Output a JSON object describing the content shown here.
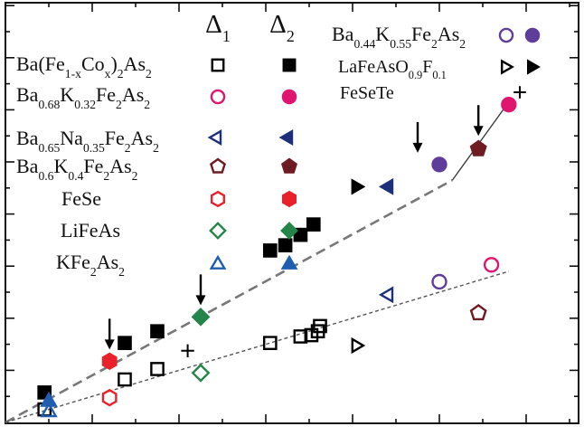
{
  "chart_data": {
    "type": "scatter",
    "title": "",
    "xlabel": "",
    "ylabel": "",
    "xlim": [
      0,
      10
    ],
    "ylim": [
      0,
      10
    ],
    "grid": false,
    "legend_position": "left-and-top-right",
    "column_headers": [
      {
        "base": "Δ",
        "sub": "1"
      },
      {
        "base": "Δ",
        "sub": "2"
      }
    ],
    "series": [
      {
        "key": "co",
        "color": "#000000",
        "marker": "square",
        "label": [
          {
            "t": "Ba(Fe"
          },
          {
            "t": "1-x",
            "s": "sub"
          },
          {
            "t": "Co"
          },
          {
            "t": "x",
            "s": "sub"
          },
          {
            "t": ")"
          },
          {
            "t": "2",
            "s": "sub"
          },
          {
            "t": "As"
          },
          {
            "t": "2",
            "s": "sub"
          }
        ],
        "delta1": [
          [
            0.9,
            0.5
          ],
          [
            2.75,
            1.65
          ],
          [
            3.5,
            2.05
          ],
          [
            6.1,
            3.05
          ],
          [
            6.8,
            3.3
          ],
          [
            7.05,
            3.35
          ],
          [
            7.2,
            3.5
          ],
          [
            7.25,
            3.7
          ]
        ],
        "delta2": [
          [
            0.9,
            1.15
          ],
          [
            2.75,
            3.05
          ],
          [
            3.5,
            3.5
          ],
          [
            6.1,
            6.6
          ],
          [
            6.45,
            6.8
          ],
          [
            6.8,
            7.2
          ],
          [
            7.1,
            7.6
          ]
        ]
      },
      {
        "key": "k32",
        "color": "#e0156f",
        "marker": "circle",
        "label": [
          {
            "t": "Ba"
          },
          {
            "t": "0.68",
            "s": "sub"
          },
          {
            "t": "K"
          },
          {
            "t": "0.32",
            "s": "sub"
          },
          {
            "t": "Fe"
          },
          {
            "t": "2",
            "s": "sub"
          },
          {
            "t": "As"
          },
          {
            "t": "2",
            "s": "sub"
          }
        ],
        "delta1": [
          [
            11.2,
            6.05
          ]
        ],
        "delta2": [
          [
            11.6,
            12.2
          ]
        ]
      },
      {
        "key": "na",
        "color": "#1e2f7a",
        "marker": "triangle-left",
        "label": [
          {
            "t": "Ba"
          },
          {
            "t": "0.65",
            "s": "sub"
          },
          {
            "t": "Na"
          },
          {
            "t": "0.35",
            "s": "sub"
          },
          {
            "t": "Fe"
          },
          {
            "t": "2",
            "s": "sub"
          },
          {
            "t": "As"
          },
          {
            "t": "2",
            "s": "sub"
          }
        ],
        "delta1": [
          [
            8.85,
            4.9
          ]
        ],
        "delta2": [
          [
            8.85,
            9.05
          ]
        ]
      },
      {
        "key": "k4",
        "color": "#6e1c22",
        "marker": "pentagon",
        "label": [
          {
            "t": "Ba"
          },
          {
            "t": "0.6",
            "s": "sub"
          },
          {
            "t": "K"
          },
          {
            "t": "0.4",
            "s": "sub"
          },
          {
            "t": "Fe"
          },
          {
            "t": "2",
            "s": "sub"
          },
          {
            "t": "As"
          },
          {
            "t": "2",
            "s": "sub"
          }
        ],
        "delta1": [
          [
            10.9,
            4.2
          ]
        ],
        "delta2": [
          [
            10.9,
            10.5
          ]
        ]
      },
      {
        "key": "fese",
        "color": "#e8212a",
        "marker": "hexagon",
        "label": [
          {
            "t": "FeSe"
          }
        ],
        "delta1": [
          [
            2.4,
            0.95
          ]
        ],
        "delta2": [
          [
            2.4,
            2.35
          ]
        ]
      },
      {
        "key": "lifeas",
        "color": "#23854a",
        "marker": "diamond",
        "label": [
          {
            "t": "LiFeAs"
          }
        ],
        "delta1": [
          [
            4.5,
            1.9
          ]
        ],
        "delta2": [
          [
            4.5,
            4.05
          ]
        ]
      },
      {
        "key": "kfe",
        "color": "#1f5eae",
        "marker": "triangle-up",
        "label": [
          {
            "t": "KFe"
          },
          {
            "t": "2",
            "s": "sub"
          },
          {
            "t": "As"
          },
          {
            "t": "2",
            "s": "sub"
          }
        ],
        "delta1": [
          [
            1.0,
            0.45
          ]
        ],
        "delta2": [
          [
            1.0,
            0.85
          ]
        ]
      },
      {
        "key": "k55",
        "color": "#5f3d9a",
        "marker": "circle",
        "label": [
          {
            "t": "Ba"
          },
          {
            "t": "0.44",
            "s": "sub"
          },
          {
            "t": "K"
          },
          {
            "t": "0.55",
            "s": "sub"
          },
          {
            "t": "Fe"
          },
          {
            "t": "2",
            "s": "sub"
          },
          {
            "t": "As"
          },
          {
            "t": "2",
            "s": "sub"
          }
        ],
        "delta1": [
          [
            10.0,
            5.4
          ]
        ],
        "delta2": [
          [
            10.0,
            9.9
          ]
        ]
      },
      {
        "key": "lafeaso",
        "color": "#000000",
        "marker": "triangle-right",
        "label": [
          {
            "t": "LaFeAsO"
          },
          {
            "t": "0.9",
            "s": "sub"
          },
          {
            "t": "F"
          },
          {
            "t": "0.1",
            "s": "sub"
          }
        ],
        "delta1": [
          [
            8.1,
            2.95
          ]
        ],
        "delta2": [
          [
            8.1,
            9.05
          ]
        ]
      },
      {
        "key": "fesete",
        "color": "#000000",
        "marker": "plus",
        "label": [
          {
            "t": "FeSeTe"
          }
        ],
        "delta1": [],
        "delta2": [
          [
            4.2,
            2.75
          ]
        ]
      }
    ],
    "fits": [
      {
        "style": "long-dash",
        "color": "#777777",
        "points": [
          [
            0,
            0
          ],
          [
            10.3,
            9.3
          ]
        ]
      },
      {
        "style": "short-dash",
        "color": "#555555",
        "points": [
          [
            0,
            0
          ],
          [
            11.6,
            5.8
          ]
        ]
      },
      {
        "style": "solid",
        "color": "#333333",
        "points": [
          [
            10.3,
            9.3
          ],
          [
            11.6,
            12.3
          ]
        ]
      }
    ],
    "arrows": [
      [
        2.4,
        2.8
      ],
      [
        4.5,
        4.5
      ],
      [
        9.5,
        10.35
      ],
      [
        10.9,
        11.0
      ]
    ]
  }
}
